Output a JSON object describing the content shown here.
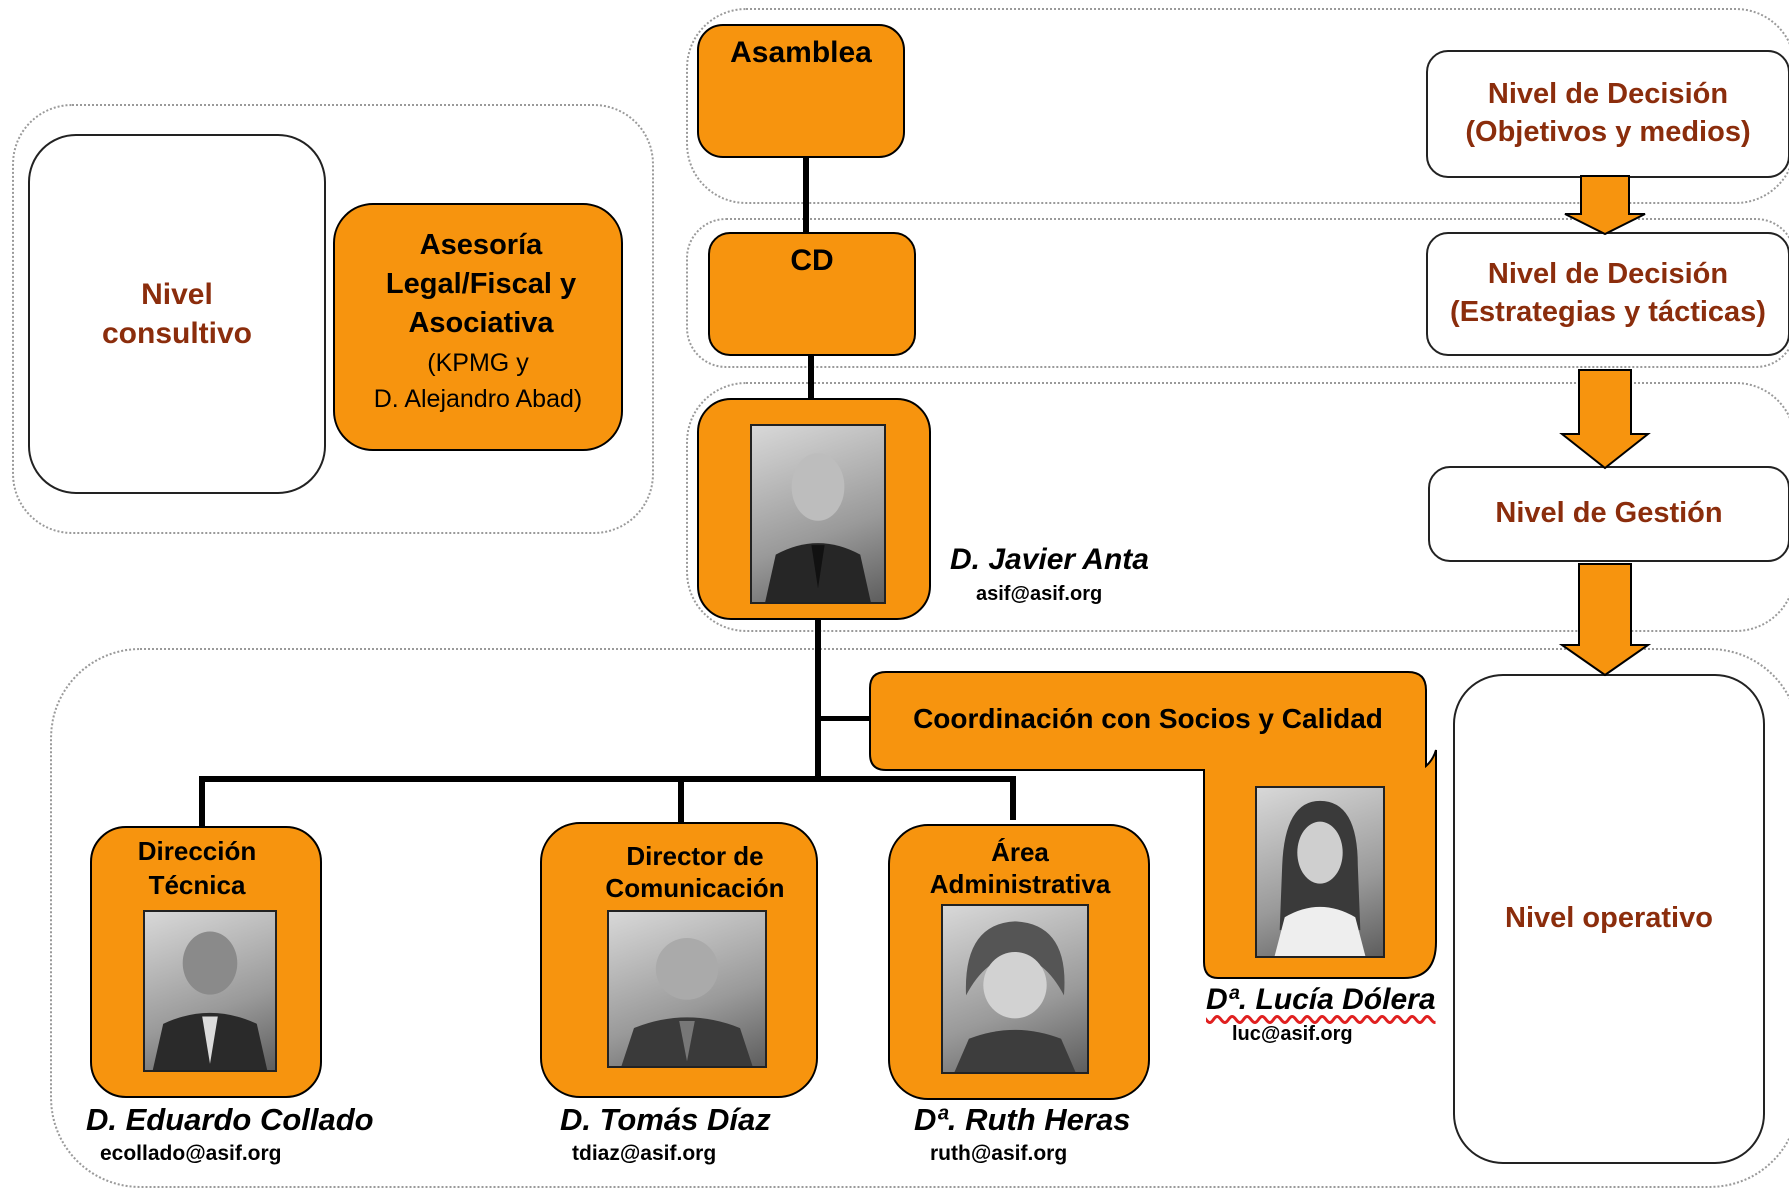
{
  "levels": {
    "decision_objectives": "Nivel de Decisión\n(Objetivos  y medios)",
    "decision_strategies": "Nivel de Decisión\n(Estrategias y tácticas)",
    "management": "Nivel de Gestión",
    "operational": "Nivel operativo",
    "consultative": "Nivel\nconsultivo"
  },
  "units": {
    "assembly": "Asamblea",
    "board": "CD",
    "advisory_title": "Asesoría\nLegal/Fiscal y\nAsociativa",
    "advisory_sub": "(KPMG y\nD. Alejandro  Abad)",
    "coordination": "Coordinación con Socios y Calidad",
    "technical": "Dirección\nTécnica",
    "communication": "Director de\nComunicación",
    "administrative": "Área\nAdministrativa"
  },
  "people": {
    "director": {
      "name": "D. Javier Anta",
      "email": "asif@asif.org"
    },
    "technical": {
      "name": "D. Eduardo Collado",
      "email": "ecollado@asif.org"
    },
    "communication": {
      "name": "D. Tomás Díaz",
      "email": "tdiaz@asif.org"
    },
    "administrative": {
      "name": "Dª. Ruth Heras",
      "email": "ruth@asif.org"
    },
    "coordination": {
      "name": "Dª. Lucía Dólera",
      "email": "luc@asif.org"
    }
  },
  "colors": {
    "accent": "#f7940e",
    "level_text": "#8b2d0c",
    "line": "#000000"
  }
}
